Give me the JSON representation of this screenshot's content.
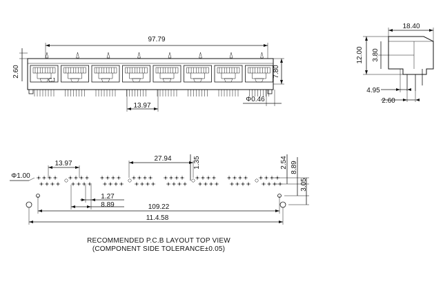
{
  "front_view": {
    "overall_width": "97.79",
    "height": "2.60",
    "right_height": "7.80",
    "port_pitch": "13.97",
    "pin_diameter": "Φ0.46",
    "port_count": 8,
    "logo": "CJ"
  },
  "side_view": {
    "depth": "18.40",
    "total_height": "12.00",
    "upper_height": "3.80",
    "pin_offset": "4.95",
    "pin_pitch": "2.60"
  },
  "pcb_layout": {
    "mount_hole_diameter": "Φ1.00",
    "group_pitch": "13.97",
    "center_span": "27.94",
    "pin_spacing": "1.35",
    "right_pitch": "2.54",
    "right_offset": "8.89",
    "post_offset": "3.05",
    "pin_pitch": "1.27",
    "inner_offset": "8.89",
    "pin_span": "109.22",
    "overall_span": "11.4.58"
  },
  "caption": {
    "line1": "RECOMMENDED P.C.B LAYOUT TOP VIEW",
    "line2": "(COMPONENT SIDE TOLERANCE±0.05)"
  }
}
